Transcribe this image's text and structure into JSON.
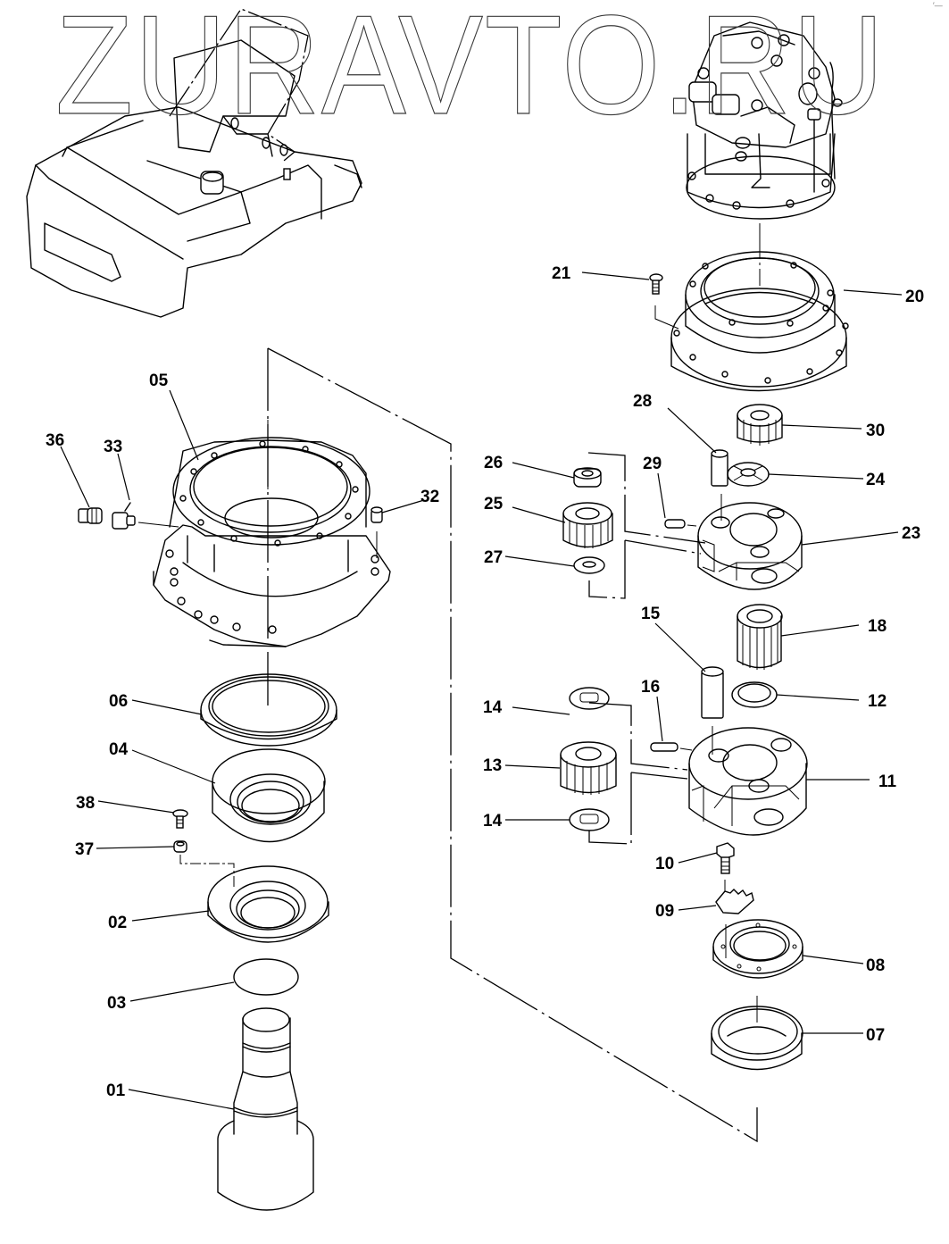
{
  "diagram": {
    "type": "exploded-parts-diagram",
    "subject": "Swing reduction gear assembly",
    "watermark": "ZURAVTO.RU",
    "corner_mark": "′—",
    "callouts": [
      {
        "id": "01",
        "label": "01",
        "part": "shaft"
      },
      {
        "id": "02",
        "label": "02",
        "part": "seal-cover"
      },
      {
        "id": "03",
        "label": "03",
        "part": "o-ring-disc"
      },
      {
        "id": "04",
        "label": "04",
        "part": "bearing"
      },
      {
        "id": "05",
        "label": "05",
        "part": "housing"
      },
      {
        "id": "06",
        "label": "06",
        "part": "ring"
      },
      {
        "id": "07",
        "label": "07",
        "part": "bearing"
      },
      {
        "id": "08",
        "label": "08",
        "part": "nut-ring"
      },
      {
        "id": "09",
        "label": "09",
        "part": "lock-plate"
      },
      {
        "id": "10",
        "label": "10",
        "part": "bolt"
      },
      {
        "id": "11",
        "label": "11",
        "part": "carrier-no2"
      },
      {
        "id": "12",
        "label": "12",
        "part": "thrust-ring"
      },
      {
        "id": "13",
        "label": "13",
        "part": "planet-gear-no2"
      },
      {
        "id": "14a",
        "label": "14",
        "part": "thrust-washer-upper"
      },
      {
        "id": "14b",
        "label": "14",
        "part": "thrust-washer-lower"
      },
      {
        "id": "15",
        "label": "15",
        "part": "pin"
      },
      {
        "id": "16",
        "label": "16",
        "part": "spring-pin"
      },
      {
        "id": "18",
        "label": "18",
        "part": "sun-gear-no2"
      },
      {
        "id": "20",
        "label": "20",
        "part": "ring-gear"
      },
      {
        "id": "21",
        "label": "21",
        "part": "socket-bolt"
      },
      {
        "id": "23",
        "label": "23",
        "part": "carrier-no1"
      },
      {
        "id": "24",
        "label": "24",
        "part": "thrust-plate"
      },
      {
        "id": "25",
        "label": "25",
        "part": "planet-gear-no1"
      },
      {
        "id": "26",
        "label": "26",
        "part": "needle-bearing"
      },
      {
        "id": "27",
        "label": "27",
        "part": "thrust-washer"
      },
      {
        "id": "28",
        "label": "28",
        "part": "pin"
      },
      {
        "id": "29",
        "label": "29",
        "part": "spring-pin"
      },
      {
        "id": "30",
        "label": "30",
        "part": "sun-gear-no1"
      },
      {
        "id": "32",
        "label": "32",
        "part": "plug"
      },
      {
        "id": "33",
        "label": "33",
        "part": "drain-valve"
      },
      {
        "id": "36",
        "label": "36",
        "part": "hose-fitting"
      },
      {
        "id": "37",
        "label": "37",
        "part": "nut"
      },
      {
        "id": "38",
        "label": "38",
        "part": "screw"
      }
    ]
  }
}
